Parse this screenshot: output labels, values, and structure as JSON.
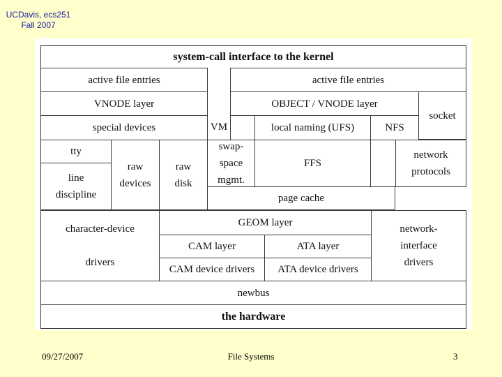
{
  "header": {
    "course": "UCDavis, ecs251",
    "term": "Fall 2007"
  },
  "diagram": {
    "syscall": "system-call interface to the kernel",
    "active_left": "active file entries",
    "active_right": "active file entries",
    "vnode_layer": "VNODE layer",
    "object_vnode": "OBJECT / VNODE layer",
    "socket": "socket",
    "special_devices": "special devices",
    "vm": "VM",
    "local_naming": "local naming (UFS)",
    "nfs": "NFS",
    "tty": "tty",
    "line_discipline": "line\ndiscipline",
    "raw_devices": "raw\ndevices",
    "raw_disk": "raw\ndisk",
    "swap_space": "swap-\nspace\nmgmt.",
    "ffs": "FFS",
    "network_protocols": "network\nprotocols",
    "page_cache": "page cache",
    "char_device_drivers": "character-device\n\ndrivers",
    "geom": "GEOM layer",
    "cam_layer": "CAM layer",
    "ata_layer": "ATA layer",
    "cam_drivers": "CAM device drivers",
    "ata_drivers": "ATA device drivers",
    "net_if_drivers": "network-\ninterface\ndrivers",
    "newbus": "newbus",
    "hardware": "the hardware"
  },
  "footer": {
    "date": "09/27/2007",
    "title": "File Systems",
    "page": "3"
  }
}
